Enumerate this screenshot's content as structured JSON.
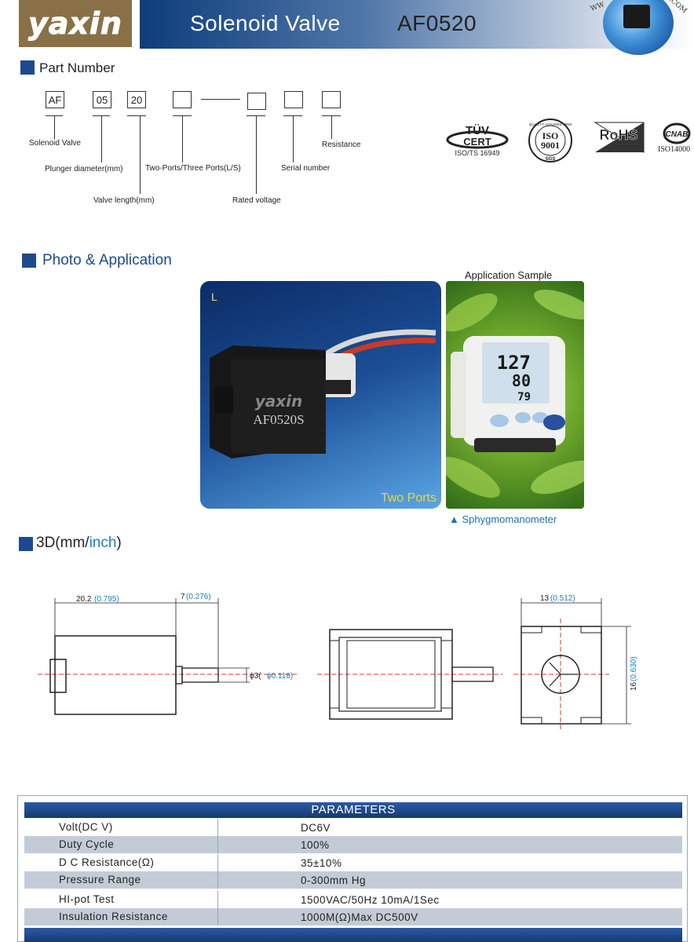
{
  "header": {
    "logo": "yaxin",
    "title": "Solenoid Valve",
    "model": "AF0520",
    "www": "WW",
    "com": ".COM"
  },
  "part_number": {
    "heading": "Part Number",
    "boxes": [
      "AF",
      "05",
      "20",
      "",
      "",
      "",
      ""
    ],
    "labels": {
      "solenoid_valve": "Solenoid Valve",
      "plunger_diameter": "Plunger diameter(mm)",
      "valve_length": "Valve length(mm)",
      "ports": "Two-Ports/Three Ports(L/S)",
      "rated_voltage": "Rated voltage",
      "serial_number": "Serial number",
      "resistance": "Resistance"
    }
  },
  "certs": {
    "tuv_top": "TÜV",
    "tuv_mid": "CERT",
    "tuv_bottom": "ISO/TS 16949",
    "iso_top": "QUALITY ASSURED FIRM",
    "iso_mid1": "ISO",
    "iso_mid2": "9001",
    "iso_bottom": "SGS",
    "rohs": "RoHS",
    "cnab": "CNAB",
    "iso14000": "ISO14000"
  },
  "photo": {
    "heading": "Photo & Application",
    "corner_label": "L",
    "product_logo": "yaxin",
    "product_model": "AF0520S",
    "ports_label": "Two Ports",
    "app_title": "Application Sample",
    "app_caption": "▲ Sphygmomanometer",
    "monitor": {
      "sys": "127",
      "dia": "80",
      "pulse": "79"
    }
  },
  "dimensions": {
    "heading_prefix": "3D(mm/",
    "heading_inch": "inch",
    "heading_suffix": ")",
    "len_mm": "20.2",
    "len_in": "(0.795)",
    "port_mm": "7",
    "port_in": "(0.276)",
    "dia_mm": "ϕ3(",
    "dia_in": "ϕ0.118)",
    "width_mm": "13",
    "width_in": "(0.512)",
    "height_mm": "16",
    "height_in": "(0.630)"
  },
  "parameters": {
    "title": "PARAMETERS",
    "rows": [
      {
        "key": "Volt(DC V)",
        "value": "DC6V"
      },
      {
        "key": "Duty Cycle",
        "value": "100%"
      },
      {
        "key": "D C Resistance(Ω)",
        "value": "35±10%"
      },
      {
        "key": "Pressure Range",
        "value": "0-300mm Hg"
      },
      {
        "key": "HI-pot Test",
        "value": "1500VAC/50Hz 10mA/1Sec"
      },
      {
        "key": "Insulation Resistance",
        "value": "1000M(Ω)Max DC500V"
      }
    ]
  },
  "colors": {
    "brand_brown": "#8a7046",
    "navy": "#1c4a8c",
    "dim_blue": "#1a7fc4",
    "center_red": "#d63b2a"
  }
}
